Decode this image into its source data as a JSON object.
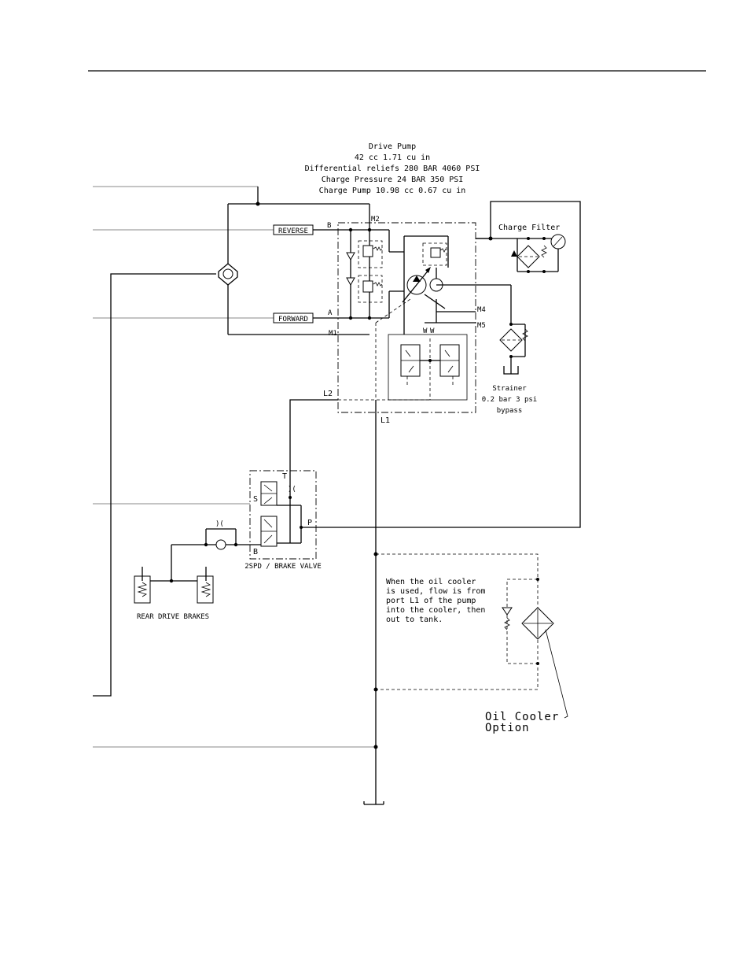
{
  "pump_info": {
    "title": "Drive Pump",
    "displacement": "42 cc 1.71 cu in",
    "reliefs": "Differential reliefs 280 BAR 4060 PSI",
    "charge_pressure": "Charge Pressure 24 BAR 350 PSI",
    "charge_pump": "Charge Pump 10.98 cc 0.67 cu in"
  },
  "ports": {
    "b": "B",
    "m2": "M2",
    "a": "A",
    "m1": "M1",
    "m4": "M4",
    "m5": "M5",
    "l2": "L2",
    "l1": "L1",
    "t": "T",
    "s": "S",
    "p": "P",
    "valve_b": "B"
  },
  "labels": {
    "reverse": "REVERSE",
    "forward": "FORWARD",
    "charge_filter": "Charge Filter",
    "strainer_1": "Strainer",
    "strainer_2": "0.2 bar 3 psi",
    "strainer_3": "bypass",
    "valve": "2SPD / BRAKE VALVE",
    "rear_brakes": "REAR DRIVE BRAKES",
    "oil_cooler_1": "Oil Cooler",
    "oil_cooler_2": "Option"
  },
  "note": {
    "lines": [
      "When the oil cooler",
      "is used, flow is from",
      "port L1 of the pump",
      "into the cooler, then",
      "out to tank."
    ]
  }
}
